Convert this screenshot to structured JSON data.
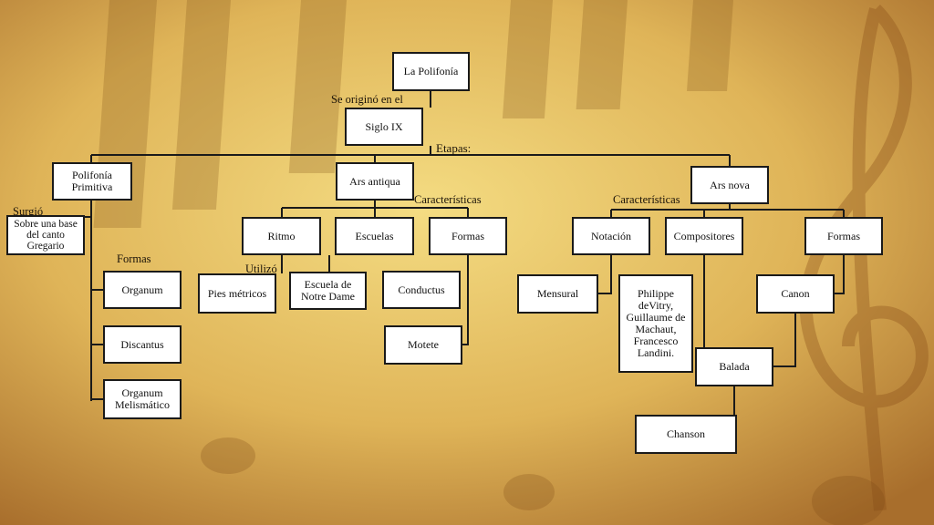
{
  "theme": {
    "background": "#d9b055",
    "line": "#1a1a1a",
    "box": "#ffffff"
  },
  "background_decor": [
    "piano-keys",
    "treble-clef",
    "music-notes"
  ],
  "root": "La Polifonía",
  "origin": {
    "label": "Se originó en el",
    "value": "Siglo IX"
  },
  "stages_label": "Etapas:",
  "primitiva": {
    "title": "Polifonía Primitiva",
    "surgio_label": "Surgió",
    "surgio": "Sobre una base del canto Gregario",
    "formas_label": "Formas",
    "formas": [
      "Organum",
      "Discantus",
      "Organum Melismático"
    ]
  },
  "ars_antiqua": {
    "title": "Ars antiqua",
    "caracteristicas_label": "Características",
    "ritmo": "Ritmo",
    "utilizo_label": "Utilizó",
    "pies": "Pies métricos",
    "escuelas": "Escuelas",
    "escuela_nd": "Escuela de Notre Dame",
    "formas": "Formas",
    "conductus": "Conductus",
    "motete": "Motete"
  },
  "ars_nova": {
    "title": "Ars nova",
    "caracteristicas_label": "Características",
    "notacion": "Notación",
    "mensural": "Mensural",
    "compositores": "Compositores",
    "compositores_list": "Philippe deVitry, Guillaume de Machaut, Francesco Landini.",
    "formas": "Formas",
    "canon": "Canon",
    "balada": "Balada",
    "chanson": "Chanson"
  }
}
